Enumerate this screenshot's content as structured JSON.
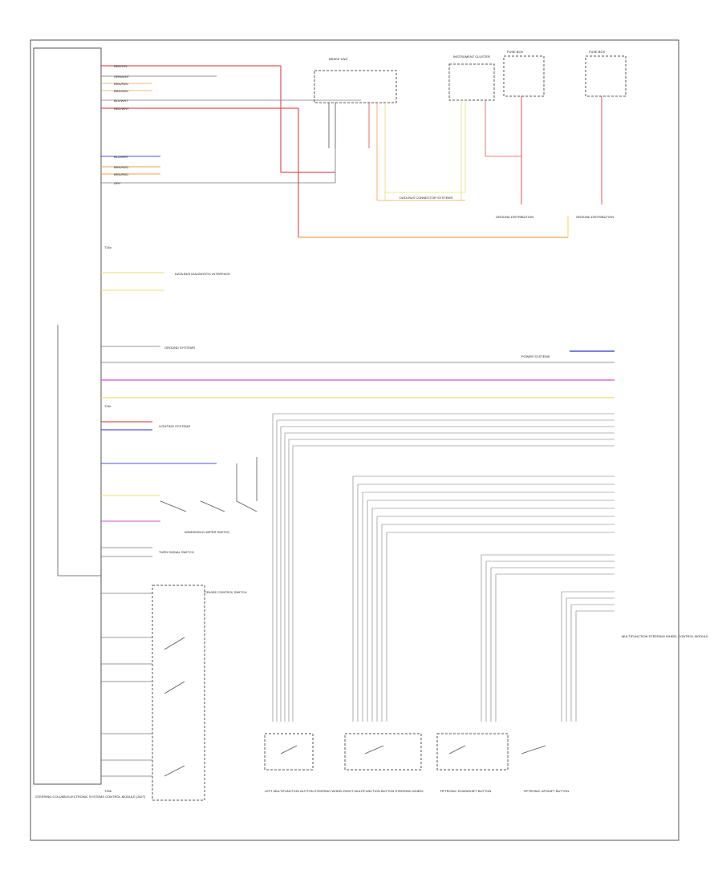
{
  "diagram": {
    "module_title": "STEERING COLUMN ELECTRONIC SYSTEMS CONTROL MODULE (J527)",
    "footer_code": "",
    "connectors_left": [
      "T16c",
      "T16r",
      "T20b"
    ],
    "wire_labels_left": [
      {
        "color": "RED/YEL",
        "text": "RED/YEL"
      },
      {
        "color": "GRN/WHT",
        "text": "GRN/WHT"
      },
      {
        "color": "BRN/RED",
        "text": "BRN/RED"
      },
      {
        "color": "BRN/RED",
        "text": "BRN/RED"
      },
      {
        "color": "BLK/WHT",
        "text": "BLK/WHT"
      },
      {
        "color": "RED/WHT",
        "text": "RED/WHT"
      },
      {
        "color": "BLU/WHT",
        "text": "BLU/WHT"
      },
      {
        "color": "BRN/RED",
        "text": "BRN/RED"
      },
      {
        "color": "BRN/RED",
        "text": "BRN/RED"
      },
      {
        "color": "GRY",
        "text": "GRY"
      }
    ],
    "components": {
      "steering_unit": "BRAKE UNIT",
      "instrument_cluster": "INSTRUMENT CLUSTER",
      "fuse_a": "FUSE BOX",
      "fuse_b": "FUSE BOX",
      "ground_distr_a": "GROUND DISTRIBUTION",
      "ground_distr_b": "GROUND DISTRIBUTION",
      "data_bus_connector": "DATA BUS CONNECTOR SYSTEMS",
      "data_bus_diag": "DATA BUS DIAGNOSTIC INTERFACE",
      "ground_systems": "GROUND SYSTEMS",
      "power_systems": "POWER SYSTEMS",
      "lighting_systems": "LIGHTING SYSTEMS",
      "multifunction_left": "LEFT MULTIFUNCTION BUTTON STEERING WHEEL",
      "multifunction_right": "RIGHT MULTIFUNCTION BUTTON STEERING WHEEL",
      "tiptronic_down": "TIPTRONIC DOWNSHIFT BUTTON",
      "tiptronic_up": "TIPTRONIC UPSHIFT BUTTON",
      "wiper_switch": "WINDSHIELD WIPER SWITCH",
      "turn_signal": "TURN SIGNAL SWITCH",
      "cruise_control": "CRUISE CONTROL SWITCH",
      "multifunction_module": "MULTIFUNCTION STEERING WHEEL CONTROL MODULE"
    },
    "colors": {
      "red": "#e05050",
      "orange": "#f0a050",
      "yellow": "#e8e070",
      "magenta": "#d050d0",
      "blue": "#5050e0",
      "wire": "#777777",
      "frame": "#555555"
    }
  }
}
